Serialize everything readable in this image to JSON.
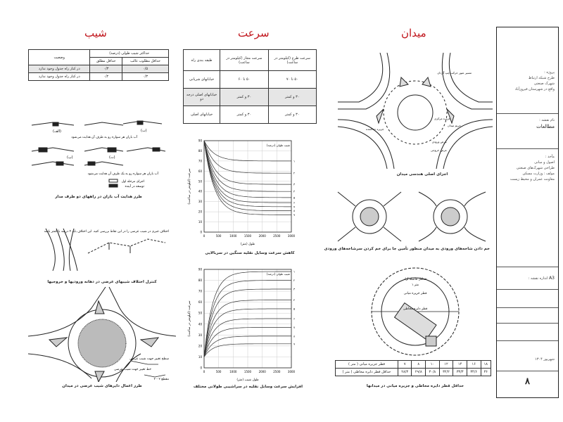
{
  "titles": {
    "slope": "شیب",
    "speed": "سرعت",
    "roundabout": "میدان"
  },
  "slope_table": {
    "header_main": "حداکثر شیب طولی (درصد)",
    "header_state": "وضعیت",
    "sub_cols": [
      "حداقل مطلوب غالب",
      "حداقل مطلق"
    ],
    "rows": [
      {
        "label": "در کنار راه جدول وجود ندارد",
        "v1": "۰/۵",
        "v2": "۰/۳"
      },
      {
        "label": "در کنار راه جدول وجود ندارد",
        "v1": "۰/۳",
        "v2": "۰/۲"
      }
    ]
  },
  "speed_table": {
    "headers": [
      "طبقه بندی راه",
      "سرعت مجاز (کیلومتر در ساعت)",
      "سرعت طرح (کیلومتر در ساعت)"
    ],
    "rows": [
      [
        "خیابانهای شریانی",
        "۵۰ تا ۶۰",
        "۵۰ تا ۷۰"
      ],
      [
        "خیابانهای اصلی درجه دو",
        "۳۰ و کمتر",
        "۳۰ و کمتر"
      ],
      [
        "خیابانهای اصلی",
        "۳۰ و کمتر",
        "۳۰ و کمتر"
      ]
    ]
  },
  "captions": {
    "drainage": "طرز هدایت آب باران در راههای دو طرف مدار",
    "slope_control": "کنترل اختلاف شیبهای عرضی در دهانه ورودیها و خروجیها",
    "cross_slope": "طرز اعمال دایرهای شیب عرضی در میدان",
    "chart1": "کاهش سرعت وسایل نقلیه سنگین در سربالایی",
    "chart2": "افزایش سرعت وسایل نقلیه در سراشیبی طولانی مختلف",
    "geometry": "اجزای اصلی هندسی میدان",
    "entry": "خم دادن شاخه‌های ورودی به میدان منظور تأمین جا برای خم کردن سرشاخه‌های ورودی",
    "diameter": "حداقل قطر دایره محاطی و جزیره میانی در میدانها"
  },
  "drainage_notes": {
    "a": "آب باران هر سواره رو به طرف آن هدایت می‌شود",
    "b": "آب باران هر سواره رو به یک طرف آن هدایت می‌شود",
    "legend1": "اجزای مرحله اول",
    "legend2": "توسعه در آینده",
    "marks": [
      "(الف)",
      "(ب)",
      "(پ)",
      "(ت)"
    ]
  },
  "slope_control_note": "اختلاف جبری در شیب عرضی را در این نقاط بررسی کنید. این اختلاف باید ۴ درصد یا کمتر باشد",
  "cross_slope_notes": [
    "سطح تغییر جهت شیب عرضی",
    "خط تغییر جهت شیب عرضی",
    "مقطع ۲ - ۲"
  ],
  "geometry_labels": [
    "مسیر عبور حرکت چپ گردان",
    "جزیره مرکزی",
    "حریم میدان",
    "جزیره جداکننده",
    "عرض ورودی",
    "عرض خروجی"
  ],
  "diameter_diagram": {
    "labels": [
      "قطر جزیره میانی",
      "قطر دایره محاطی",
      "حداقل فاصله آزاد",
      "۱ متر"
    ]
  },
  "diameter_table": {
    "row1_label": "قطر جزیره میانی ( متر )",
    "row1": [
      "۷",
      "۸",
      "۱۰",
      "۱۲",
      "۱۴",
      "۱۶",
      "۱۸"
    ],
    "row2_label": "حداقل قطر دایره محاطی ( متر )",
    "row2": [
      "۲۸/۳",
      "۲۹/۸",
      "۳۰/۸",
      "۳۲/۲",
      "۳۳/۳",
      "۳۴/۶",
      "۳۶"
    ]
  },
  "chart_data": [
    {
      "type": "line",
      "title": "",
      "xlabel": "طول (متر)",
      "ylabel": "سرعت (کیلومتر در ساعت)",
      "xlim": [
        0,
        3000
      ],
      "ylim": [
        0,
        90
      ],
      "x_ticks": [
        "0",
        "500",
        "1000",
        "1500",
        "2000",
        "2500",
        "3000"
      ],
      "y_ticks": [
        "0",
        "10",
        "20",
        "30",
        "40",
        "50",
        "60",
        "70",
        "80",
        "90"
      ],
      "legend_title": "شیب طولی (درصد)",
      "series": [
        {
          "name": "۱",
          "end": 70
        },
        {
          "name": "۲",
          "end": 58
        },
        {
          "name": "۳",
          "end": 47
        },
        {
          "name": "۴",
          "end": 40
        },
        {
          "name": "۵",
          "end": 34
        },
        {
          "name": "۶",
          "end": 29
        },
        {
          "name": "۷",
          "end": 25
        },
        {
          "name": "۸",
          "end": 21
        },
        {
          "name": "۹",
          "end": 17
        }
      ]
    },
    {
      "type": "line",
      "title": "",
      "xlabel": "طول شیب (متر)",
      "ylabel": "سرعت (کیلومتر در ساعت)",
      "xlim": [
        0,
        3000
      ],
      "ylim": [
        0,
        90
      ],
      "x_ticks": [
        "0",
        "500",
        "1000",
        "1500",
        "2000",
        "2500",
        "3000"
      ],
      "y_ticks": [
        "0",
        "10",
        "20",
        "30",
        "40",
        "50",
        "60",
        "70",
        "80",
        "90"
      ],
      "legend_title": "شیب طولی (درصد)",
      "series": [
        {
          "name": "۱",
          "end": 88
        },
        {
          "name": "۲",
          "end": 80
        },
        {
          "name": "۳",
          "end": 72
        },
        {
          "name": "۴",
          "end": 62
        },
        {
          "name": "۵",
          "end": 54
        },
        {
          "name": "۶",
          "end": 45
        },
        {
          "name": "۷",
          "end": 37
        },
        {
          "name": "۸",
          "end": 29
        },
        {
          "name": "۹",
          "end": 22
        }
      ]
    }
  ],
  "sidebar": {
    "project_lines": [
      "پروژه :",
      "طرح شبکه ارتباط",
      "شهرک صنعتی",
      "واقع در شهرستان فیروزآباد"
    ],
    "section_label": "نام نقشه :",
    "section_value": "مطالعات",
    "source_label": "مآخذ :",
    "source_lines": [
      "اصول و مبانی",
      "طراحی شهرک‌های صنعتی",
      "مولف : وزارت مسکن",
      "معاونت عمران و محیط زیست"
    ],
    "scale_label": "اندازه نقشه :",
    "scale_value": "A3",
    "date": "شهریور ۱۳۰۴",
    "page": "۸"
  }
}
